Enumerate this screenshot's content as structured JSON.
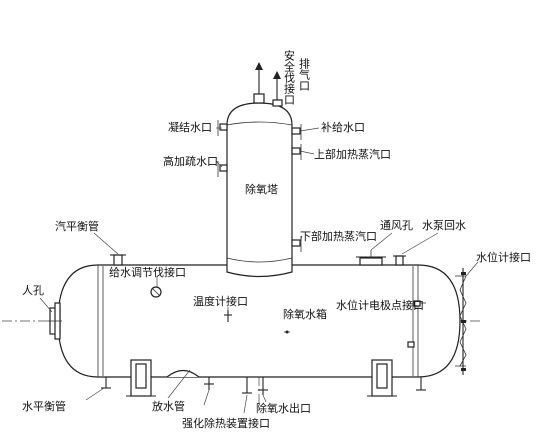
{
  "labels": {
    "exhaust": "排气口",
    "safety_valve": "安全伐接口",
    "condensate": "凝结水口",
    "makeup_water": "补给水口",
    "hp_drain": "高加疏水口",
    "upper_steam": "上部加热蒸汽口",
    "deaerator_tower": "除氧塔",
    "lower_steam": "下部加热蒸汽口",
    "vent_hole": "通风孔",
    "pump_return": "水泵回水",
    "steam_balance": "汽平衡管",
    "level_gauge": "水位计接口",
    "feedwater_valve": "给水调节伐接口",
    "manhole": "人孔",
    "thermometer": "温度计接口",
    "water_tank": "除氧水箱",
    "electrode": "水位计电极点接口",
    "water_balance": "水平衡管",
    "drain_pipe": "放水管",
    "reheater": "强化除热装置接口",
    "outlet": "除氧水出口"
  }
}
